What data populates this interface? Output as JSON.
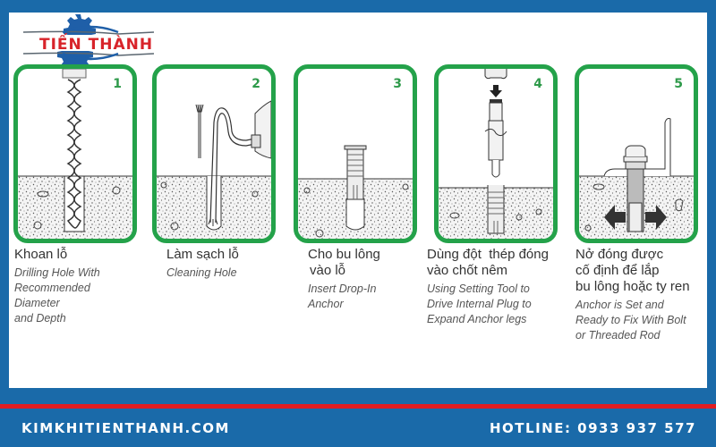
{
  "brand": {
    "logo_text": "TIẾN THÀNH",
    "colors": {
      "frame_blue": "#1a6aa9",
      "logo_red": "#d8232a",
      "panel_green": "#24a24a",
      "footer_red": "#e01d22"
    }
  },
  "steps": [
    {
      "number": "1",
      "title_vi": "Khoan lỗ",
      "desc_en": [
        "Drilling Hole With",
        "Recommended",
        "Diameter",
        "and Depth"
      ],
      "illustration": "drill-bit-in-concrete"
    },
    {
      "number": "2",
      "title_vi": "Làm sạch lỗ",
      "desc_en": [
        "Cleaning Hole"
      ],
      "illustration": "brush-and-vacuum-hose"
    },
    {
      "number": "3",
      "title_vi": "Cho bu lông vào lỗ",
      "title_vi_lines": [
        "Cho bu lông",
        "vào lỗ"
      ],
      "desc_en": [
        "Insert Drop-In",
        "Anchor"
      ],
      "illustration": "drop-in-anchor-in-hole"
    },
    {
      "number": "4",
      "title_vi": "Dùng đột thép đóng vào chốt nêm",
      "title_vi_lines": [
        "Dùng đột  thép đóng",
        "vào chốt nêm"
      ],
      "desc_en": [
        "Using Setting Tool to",
        "Drive Internal Plug to",
        "Expand Anchor legs"
      ],
      "illustration": "setting-tool-over-anchor"
    },
    {
      "number": "5",
      "title_vi": "Nở đóng được cố định để lắp bu lông hoặc ty ren",
      "title_vi_lines": [
        "Nở đóng được",
        "cố định để lắp",
        "bu lông hoặc ty ren"
      ],
      "desc_en": [
        "Anchor is Set and",
        "Ready to Fix With Bolt",
        "or Threaded Rod"
      ],
      "illustration": "bolt-fixed-bracket-expanded-anchor"
    }
  ],
  "footer": {
    "website": "KIMKHITIENTHANH.COM",
    "hotline": "HOTLINE: 0933 937 577"
  }
}
